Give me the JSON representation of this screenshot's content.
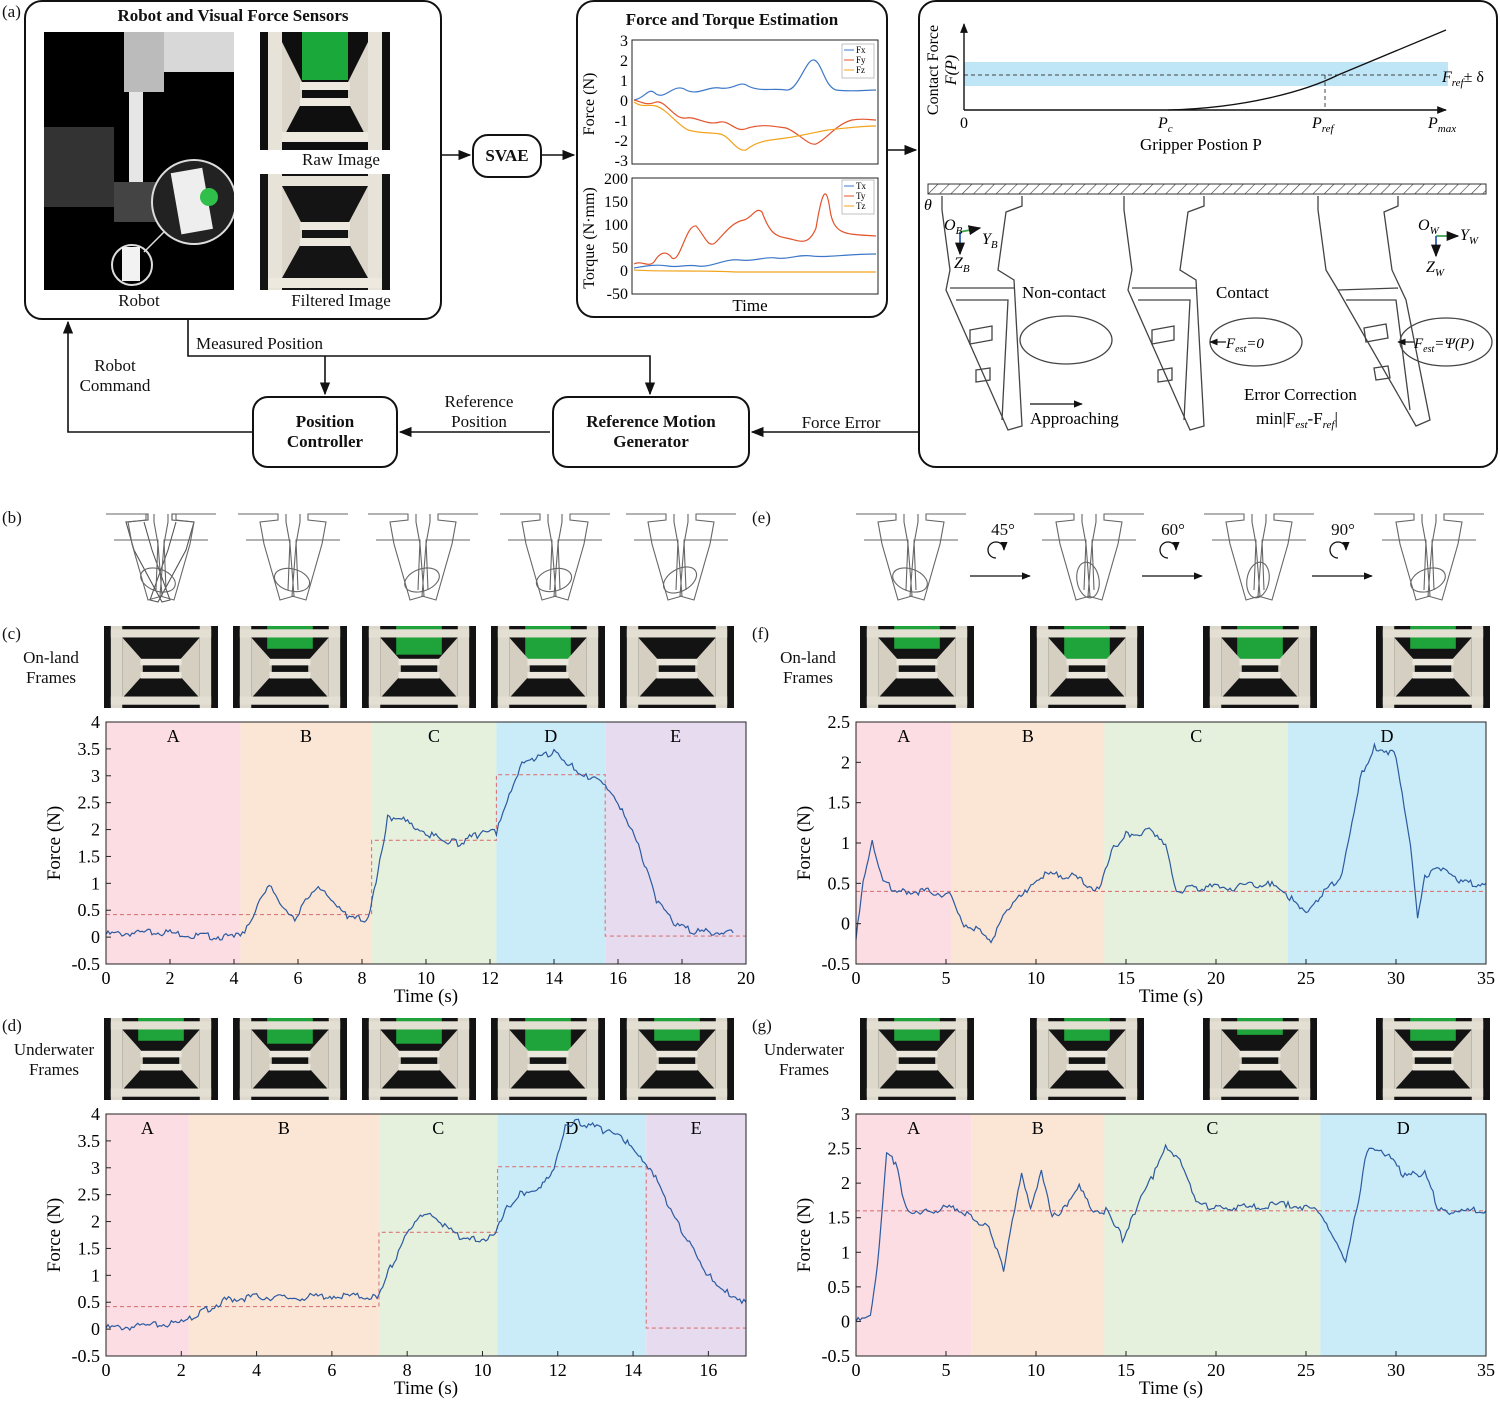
{
  "panels": {
    "a": "(a)",
    "b": "(b)",
    "c": "(c)",
    "d": "(d)",
    "e": "(e)",
    "f": "(f)",
    "g": "(g)"
  },
  "a": {
    "sensor_box_title": "Robot and Visual Force Sensors",
    "raw_image": "Raw Image",
    "filtered_image": "Filtered Image",
    "robot": "Robot",
    "svae": "SVAE",
    "estimation_title": "Force and Torque Estimation",
    "force_axis": "Force (N)",
    "torque_axis": "Torque (N·mm)",
    "time": "Time",
    "force_ticks": [
      "3",
      "2",
      "1",
      "0",
      "-1",
      "-2",
      "-3"
    ],
    "torque_ticks": [
      "200",
      "150",
      "100",
      "50",
      "0",
      "-50"
    ],
    "force_legend": [
      "Fx",
      "Fy",
      "Fz"
    ],
    "torque_legend": [
      "Tx",
      "Ty",
      "Tz"
    ],
    "measured_position": "Measured Position",
    "robot_command": [
      "Robot",
      "Command"
    ],
    "reference_position": [
      "Reference",
      "Position"
    ],
    "position_controller": [
      "Position",
      "Controller"
    ],
    "reference_motion_generator": [
      "Reference Motion",
      "Generator"
    ],
    "force_error": "Force Error",
    "contact_force_axis": [
      "Contact Force",
      "F(P)"
    ],
    "gripper_position": "Gripper Postion P",
    "origin": "0",
    "pc": "P",
    "pc_sub": "c",
    "pref": "P",
    "pref_sub": "ref",
    "pmax": "P",
    "pmax_sub": "max",
    "fref_band": "F",
    "fref_sub": "ref",
    "fref_suffix": "± δ",
    "theta": "θ",
    "ob": "O",
    "ob_sub": "B",
    "yb": "Y",
    "yb_sub": "B",
    "zb": "Z",
    "zb_sub": "B",
    "ow": "O",
    "ow_sub": "W",
    "yw": "Y",
    "yw_sub": "W",
    "zw": "Z",
    "zw_sub": "W",
    "noncontact": "Non-contact",
    "contact": "Contact",
    "approaching": "Approaching",
    "fest_zero": "F",
    "fest_zero_tail": "=0",
    "fest_psi": "F",
    "fest_psi_tail": "=Ψ(P)",
    "est_sub": "est",
    "error_correction": "Error Correction",
    "min_expr": "min|F",
    "min_mid": "-F",
    "min_tail": "|"
  },
  "on_land_frames": [
    "On-land",
    "Frames"
  ],
  "underwater_frames": [
    "Underwater",
    "Frames"
  ],
  "rotations": [
    "45°",
    "60°",
    "90°"
  ],
  "chart_data": [
    {
      "id": "c",
      "type": "line",
      "xlabel": "Time (s)",
      "ylabel": "Force (N)",
      "xlim": [
        0,
        20
      ],
      "ylim": [
        -0.5,
        4
      ],
      "xticks": [
        0,
        2,
        4,
        6,
        8,
        10,
        12,
        14,
        16,
        18,
        20
      ],
      "yticks": [
        -0.5,
        0,
        0.5,
        1,
        1.5,
        2,
        2.5,
        3,
        3.5,
        4
      ],
      "regions": [
        {
          "label": "A",
          "from": 0,
          "to": 4.2,
          "color": "#fbdde3"
        },
        {
          "label": "B",
          "from": 4.2,
          "to": 8.3,
          "color": "#fbe6d6"
        },
        {
          "label": "C",
          "from": 8.3,
          "to": 12.2,
          "color": "#e6f1dd"
        },
        {
          "label": "D",
          "from": 12.2,
          "to": 15.6,
          "color": "#c9ecf8"
        },
        {
          "label": "E",
          "from": 15.6,
          "to": 20,
          "color": "#e7dcef"
        }
      ],
      "reference": [
        [
          0,
          0.42
        ],
        [
          8.3,
          0.42
        ],
        [
          8.3,
          1.8
        ],
        [
          12.2,
          1.8
        ],
        [
          12.2,
          3.02
        ],
        [
          15.6,
          3.02
        ],
        [
          15.6,
          0.02
        ],
        [
          20,
          0.02
        ]
      ],
      "series": [
        {
          "values": [
            [
              0,
              0.05
            ],
            [
              1,
              0.08
            ],
            [
              2,
              0.08
            ],
            [
              3,
              0.02
            ],
            [
              4,
              0.0
            ],
            [
              4.4,
              0.15
            ],
            [
              4.8,
              0.7
            ],
            [
              5.1,
              1.02
            ],
            [
              5.5,
              0.6
            ],
            [
              5.9,
              0.35
            ],
            [
              6.3,
              0.75
            ],
            [
              6.7,
              0.9
            ],
            [
              7.1,
              0.6
            ],
            [
              7.6,
              0.35
            ],
            [
              8.2,
              0.33
            ],
            [
              8.5,
              1.2
            ],
            [
              8.8,
              2.2
            ],
            [
              9.3,
              2.25
            ],
            [
              9.8,
              2.0
            ],
            [
              10.5,
              1.8
            ],
            [
              11.0,
              1.75
            ],
            [
              11.6,
              1.9
            ],
            [
              12.2,
              1.95
            ],
            [
              12.6,
              2.6
            ],
            [
              13.0,
              3.2
            ],
            [
              13.5,
              3.35
            ],
            [
              14.0,
              3.45
            ],
            [
              14.5,
              3.2
            ],
            [
              15.0,
              3.0
            ],
            [
              15.4,
              3.0
            ],
            [
              15.8,
              2.7
            ],
            [
              16.2,
              2.3
            ],
            [
              16.7,
              1.6
            ],
            [
              17.2,
              0.7
            ],
            [
              17.8,
              0.2
            ],
            [
              18.5,
              0.1
            ],
            [
              19.6,
              0.08
            ]
          ]
        }
      ]
    },
    {
      "id": "d",
      "type": "line",
      "xlabel": "Time (s)",
      "ylabel": "Force (N)",
      "xlim": [
        0,
        17
      ],
      "ylim": [
        -0.5,
        4
      ],
      "xticks": [
        0,
        2,
        4,
        6,
        8,
        10,
        12,
        14,
        16
      ],
      "yticks": [
        -0.5,
        0,
        0.5,
        1,
        1.5,
        2,
        2.5,
        3,
        3.5,
        4
      ],
      "regions": [
        {
          "label": "A",
          "from": 0,
          "to": 2.2,
          "color": "#fbdde3"
        },
        {
          "label": "B",
          "from": 2.2,
          "to": 7.25,
          "color": "#fbe6d6"
        },
        {
          "label": "C",
          "from": 7.25,
          "to": 10.4,
          "color": "#e6f1dd"
        },
        {
          "label": "D",
          "from": 10.4,
          "to": 14.35,
          "color": "#c9ecf8"
        },
        {
          "label": "E",
          "from": 14.35,
          "to": 17,
          "color": "#e7dcef"
        }
      ],
      "reference": [
        [
          0,
          0.42
        ],
        [
          7.25,
          0.42
        ],
        [
          7.25,
          1.8
        ],
        [
          10.4,
          1.8
        ],
        [
          10.4,
          3.02
        ],
        [
          14.35,
          3.02
        ],
        [
          14.35,
          0.02
        ],
        [
          17,
          0.02
        ]
      ],
      "series": [
        {
          "values": [
            [
              0,
              0.02
            ],
            [
              1,
              0.05
            ],
            [
              2,
              0.12
            ],
            [
              2.5,
              0.3
            ],
            [
              3.2,
              0.55
            ],
            [
              4,
              0.6
            ],
            [
              5,
              0.58
            ],
            [
              6,
              0.62
            ],
            [
              7.2,
              0.6
            ],
            [
              7.6,
              1.2
            ],
            [
              8.1,
              1.9
            ],
            [
              8.5,
              2.15
            ],
            [
              9.0,
              1.9
            ],
            [
              9.5,
              1.65
            ],
            [
              10.3,
              1.7
            ],
            [
              10.6,
              2.2
            ],
            [
              11.0,
              2.5
            ],
            [
              11.5,
              2.65
            ],
            [
              11.9,
              3.0
            ],
            [
              12.2,
              3.8
            ],
            [
              12.6,
              3.85
            ],
            [
              13.2,
              3.7
            ],
            [
              13.8,
              3.5
            ],
            [
              14.2,
              3.15
            ],
            [
              14.6,
              2.8
            ],
            [
              15.0,
              2.2
            ],
            [
              15.5,
              1.6
            ],
            [
              16.0,
              1.0
            ],
            [
              16.5,
              0.7
            ],
            [
              17,
              0.5
            ]
          ]
        }
      ]
    },
    {
      "id": "f",
      "type": "line",
      "xlabel": "Time (s)",
      "ylabel": "Force (N)",
      "xlim": [
        0,
        35
      ],
      "ylim": [
        -0.5,
        2.5
      ],
      "xticks": [
        0,
        5,
        10,
        15,
        20,
        25,
        30,
        35
      ],
      "yticks": [
        -0.5,
        0,
        0.5,
        1,
        1.5,
        2,
        2.5
      ],
      "regions": [
        {
          "label": "A",
          "from": 0,
          "to": 5.3,
          "color": "#fbdde3"
        },
        {
          "label": "B",
          "from": 5.3,
          "to": 13.8,
          "color": "#fbe6d6"
        },
        {
          "label": "C",
          "from": 13.8,
          "to": 24.0,
          "color": "#e6f1dd"
        },
        {
          "label": "D",
          "from": 24.0,
          "to": 35,
          "color": "#c9ecf8"
        }
      ],
      "reference": [
        [
          0,
          0.4
        ],
        [
          35,
          0.4
        ]
      ],
      "series": [
        {
          "values": [
            [
              0,
              -0.2
            ],
            [
              0.4,
              0.5
            ],
            [
              0.9,
              1.0
            ],
            [
              1.5,
              0.5
            ],
            [
              2.5,
              0.4
            ],
            [
              4,
              0.4
            ],
            [
              5.3,
              0.35
            ],
            [
              6.0,
              0.0
            ],
            [
              7.0,
              -0.1
            ],
            [
              7.5,
              -0.2
            ],
            [
              8.5,
              0.2
            ],
            [
              9.5,
              0.4
            ],
            [
              10.5,
              0.6
            ],
            [
              12,
              0.6
            ],
            [
              13.5,
              0.4
            ],
            [
              14.2,
              0.9
            ],
            [
              15,
              1.1
            ],
            [
              16.5,
              1.15
            ],
            [
              17.2,
              1.0
            ],
            [
              17.8,
              0.4
            ],
            [
              19,
              0.45
            ],
            [
              21,
              0.45
            ],
            [
              23,
              0.5
            ],
            [
              24.2,
              0.3
            ],
            [
              25,
              0.1
            ],
            [
              26,
              0.4
            ],
            [
              27,
              0.6
            ],
            [
              28,
              1.8
            ],
            [
              28.8,
              2.2
            ],
            [
              30,
              2.1
            ],
            [
              30.8,
              1.0
            ],
            [
              31.2,
              0.1
            ],
            [
              31.6,
              0.6
            ],
            [
              32.5,
              0.7
            ],
            [
              33.5,
              0.5
            ],
            [
              35,
              0.5
            ]
          ]
        }
      ]
    },
    {
      "id": "g",
      "type": "line",
      "xlabel": "Time (s)",
      "ylabel": "Force (N)",
      "xlim": [
        0,
        35
      ],
      "ylim": [
        -0.5,
        3
      ],
      "xticks": [
        0,
        5,
        10,
        15,
        20,
        25,
        30,
        35
      ],
      "yticks": [
        -0.5,
        0,
        0.5,
        1,
        1.5,
        2,
        2.5,
        3
      ],
      "regions": [
        {
          "label": "A",
          "from": 0,
          "to": 6.4,
          "color": "#fbdde3"
        },
        {
          "label": "B",
          "from": 6.4,
          "to": 13.8,
          "color": "#fbe6d6"
        },
        {
          "label": "C",
          "from": 13.8,
          "to": 25.8,
          "color": "#e6f1dd"
        },
        {
          "label": "D",
          "from": 25.8,
          "to": 35,
          "color": "#c9ecf8"
        }
      ],
      "reference": [
        [
          0,
          1.6
        ],
        [
          35,
          1.6
        ]
      ],
      "series": [
        {
          "values": [
            [
              0,
              0
            ],
            [
              0.8,
              0.05
            ],
            [
              1.2,
              0.8
            ],
            [
              1.7,
              2.4
            ],
            [
              2.2,
              2.3
            ],
            [
              2.8,
              1.6
            ],
            [
              4,
              1.6
            ],
            [
              5.5,
              1.65
            ],
            [
              6.5,
              1.5
            ],
            [
              7.5,
              1.3
            ],
            [
              8.2,
              0.75
            ],
            [
              8.8,
              1.6
            ],
            [
              9.2,
              2.1
            ],
            [
              9.7,
              1.6
            ],
            [
              10.3,
              2.15
            ],
            [
              10.9,
              1.5
            ],
            [
              11.5,
              1.6
            ],
            [
              12.4,
              2.0
            ],
            [
              13.2,
              1.6
            ],
            [
              14,
              1.6
            ],
            [
              14.8,
              1.2
            ],
            [
              15.5,
              1.6
            ],
            [
              16.5,
              2.1
            ],
            [
              17.2,
              2.5
            ],
            [
              18,
              2.3
            ],
            [
              19,
              1.7
            ],
            [
              20,
              1.65
            ],
            [
              22,
              1.65
            ],
            [
              24,
              1.7
            ],
            [
              25.8,
              1.6
            ],
            [
              26.6,
              1.2
            ],
            [
              27.2,
              0.9
            ],
            [
              27.8,
              1.6
            ],
            [
              28.4,
              2.5
            ],
            [
              29.5,
              2.4
            ],
            [
              30.5,
              2.1
            ],
            [
              31.6,
              2.15
            ],
            [
              32.4,
              1.6
            ],
            [
              35,
              1.6
            ]
          ]
        }
      ]
    }
  ],
  "colors": {
    "line": "#2c5aa0",
    "reference": "#d9777a",
    "band": "#bfe6f7"
  }
}
